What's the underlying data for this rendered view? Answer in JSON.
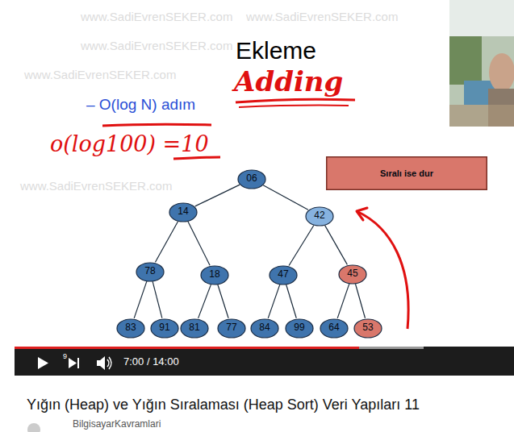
{
  "diagram": {
    "title": "Ekleme",
    "caption": "Yığın (Heap) ve Yığın Sıralaması (Heap Sort) Veri Yapıları 11",
    "nodes": [
      {
        "text": [
          "Sıralı ise dur"
        ]
      },
      {
        "text": [
          "06"
        ]
      },
      {
        "text": [
          "14"
        ]
      },
      {
        "text": [
          "42"
        ]
      },
      {
        "text": [
          "78"
        ]
      },
      {
        "text": [
          "18"
        ]
      },
      {
        "text": [
          "47"
        ]
      },
      {
        "text": [
          "45"
        ]
      },
      {
        "text": [
          "83"
        ]
      },
      {
        "text": [
          "91"
        ]
      },
      {
        "text": [
          "81"
        ]
      },
      {
        "text": [
          "77"
        ]
      },
      {
        "text": [
          "84"
        ]
      },
      {
        "text": [
          "99"
        ]
      },
      {
        "text": [
          "64"
        ]
      },
      {
        "text": [
          "53"
        ]
      }
    ],
    "edges": [
      {
        "from": 1,
        "to": 2,
        "arrow": "none"
      },
      {
        "from": 1,
        "to": 3,
        "arrow": "none"
      },
      {
        "from": 2,
        "to": 4,
        "arrow": "none"
      },
      {
        "from": 2,
        "to": 5,
        "arrow": "none"
      },
      {
        "from": 3,
        "to": 6,
        "arrow": "none"
      },
      {
        "from": 3,
        "to": 7,
        "arrow": "none"
      },
      {
        "from": 4,
        "to": 8,
        "arrow": "none"
      },
      {
        "from": 4,
        "to": 9,
        "arrow": "none"
      },
      {
        "from": 5,
        "to": 10,
        "arrow": "none"
      },
      {
        "from": 5,
        "to": 11,
        "arrow": "none"
      },
      {
        "from": 6,
        "to": 12,
        "arrow": "none"
      },
      {
        "from": 6,
        "to": 13,
        "arrow": "none"
      },
      {
        "from": 7,
        "to": 14,
        "arrow": "none"
      },
      {
        "from": 7,
        "to": 15,
        "arrow": "none"
      }
    ],
    "labels": [
      "Adding",
      "– O(log N) adım",
      "o(log100) =10",
      "www.SadiEvrenSEKER.com",
      "www.SadiEvrenSEKER.com",
      "www.SadiEvrenSEKER.com",
      "www.SadiEvrenSEKER.com",
      "www.SadiEvrenSEKER.com",
      "9",
      "7:00 / 14:00",
      "BilgisayarKavramlari"
    ]
  }
}
